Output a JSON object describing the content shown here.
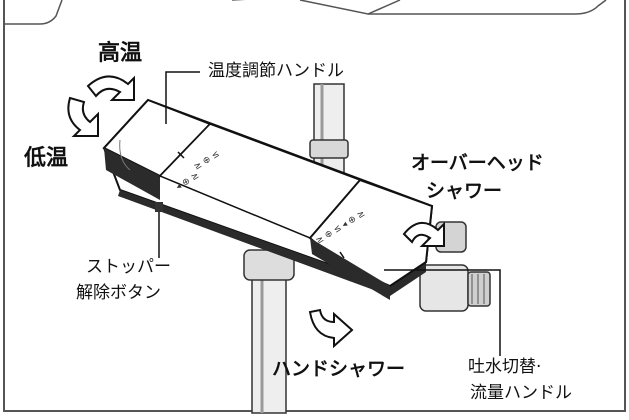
{
  "labels": {
    "high_temp": "高温",
    "low_temp": "低温",
    "temp_handle": "温度調節ハンドル",
    "overhead_line1": "オーバーヘッド",
    "overhead_line2": "シャワー",
    "stopper_line1": "ストッパー",
    "stopper_line2": "解除ボタン",
    "hand_shower": "ハンドシャワー",
    "switch_line1": "吐水切替·",
    "switch_line2": "流量ハンドル"
  },
  "colors": {
    "ink": "#111111",
    "frame": "#555555",
    "pipe": "#9a9a9a",
    "body_dark": "#2b2b2b",
    "body_light": "#ffffff"
  },
  "icons": [
    "rotate-arrow-icon"
  ]
}
